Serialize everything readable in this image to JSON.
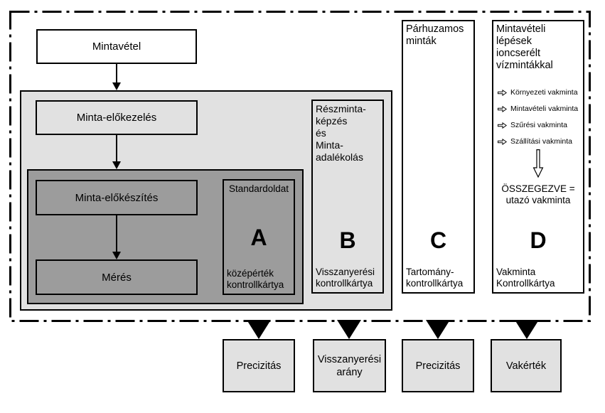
{
  "colors": {
    "background": "#ffffff",
    "light_gray": "#e1e1e1",
    "dark_gray": "#9c9c9c",
    "line": "#000000"
  },
  "flow": {
    "sampling": "Mintavétel",
    "pretreatment": "Minta-előkezelés",
    "preparation": "Minta-előkészítés",
    "measurement": "Mérés"
  },
  "columns": {
    "a": {
      "title": "Standardoldat",
      "letter": "A",
      "caption": [
        "középérték",
        "kontrollkártya"
      ]
    },
    "b": {
      "title_lines": [
        "Részminta-",
        "képzés",
        "és",
        "Minta-",
        "adalékolás"
      ],
      "letter": "B",
      "caption": [
        "Visszanyerési",
        "kontrollkártya"
      ]
    },
    "c": {
      "title_lines": [
        "Párhuzamos",
        "minták"
      ],
      "letter": "C",
      "caption": [
        "Tartomány-",
        "kontrollkártya"
      ]
    },
    "d": {
      "title_lines": [
        "Mintavételi",
        "lépések",
        "ioncserélt",
        "vízmintákkal"
      ],
      "blank_items": [
        "Környezeti vakminta",
        "Mintavételi vakminta",
        "Szűrési vakminta",
        "Szállítási vakminta"
      ],
      "sum_lines": [
        "ÖSSZEGEZVE =",
        "utazó vakminta"
      ],
      "letter": "D",
      "caption": [
        "Vakminta",
        "Kontrollkártya"
      ]
    }
  },
  "results": [
    "Precizitás",
    "Visszanyerési arány",
    "Precizitás",
    "Vakérték"
  ]
}
